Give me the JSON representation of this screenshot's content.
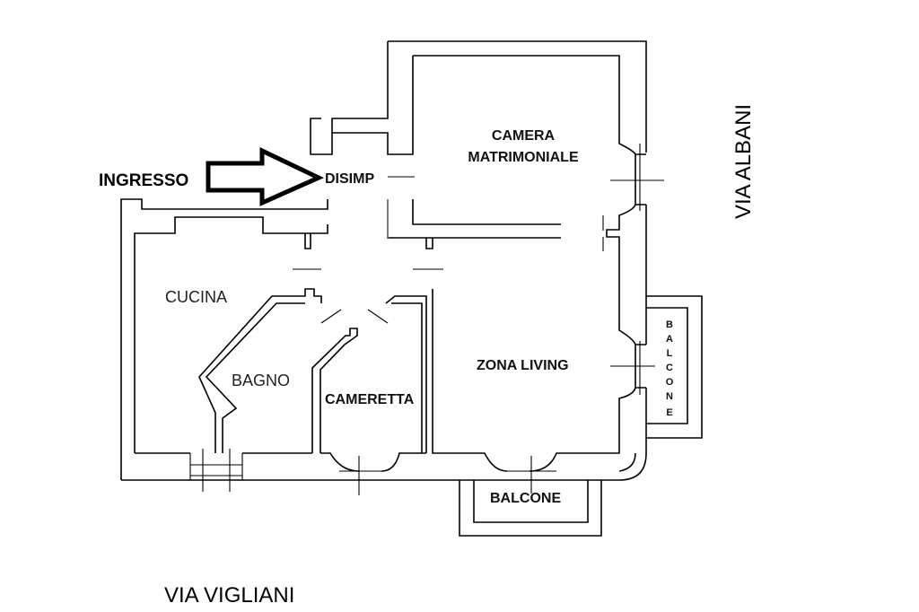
{
  "labels": {
    "entrance": "INGRESSO",
    "hall": "DISIMP",
    "master_bedroom_line1": "CAMERA",
    "master_bedroom_line2": "MATRIMONIALE",
    "kitchen": "CUCINA",
    "bathroom": "BAGNO",
    "small_bedroom": "CAMERETTA",
    "living_area": "ZONA LIVING",
    "balcony_bottom": "BALCONE",
    "balcony_side_letters": [
      "B",
      "A",
      "L",
      "C",
      "O",
      "N",
      "E"
    ]
  },
  "streets": {
    "south": "VIA VIGLIANI",
    "east": "VIA ALBANI"
  },
  "icons": {
    "entrance_arrow": "arrow-right-icon"
  }
}
